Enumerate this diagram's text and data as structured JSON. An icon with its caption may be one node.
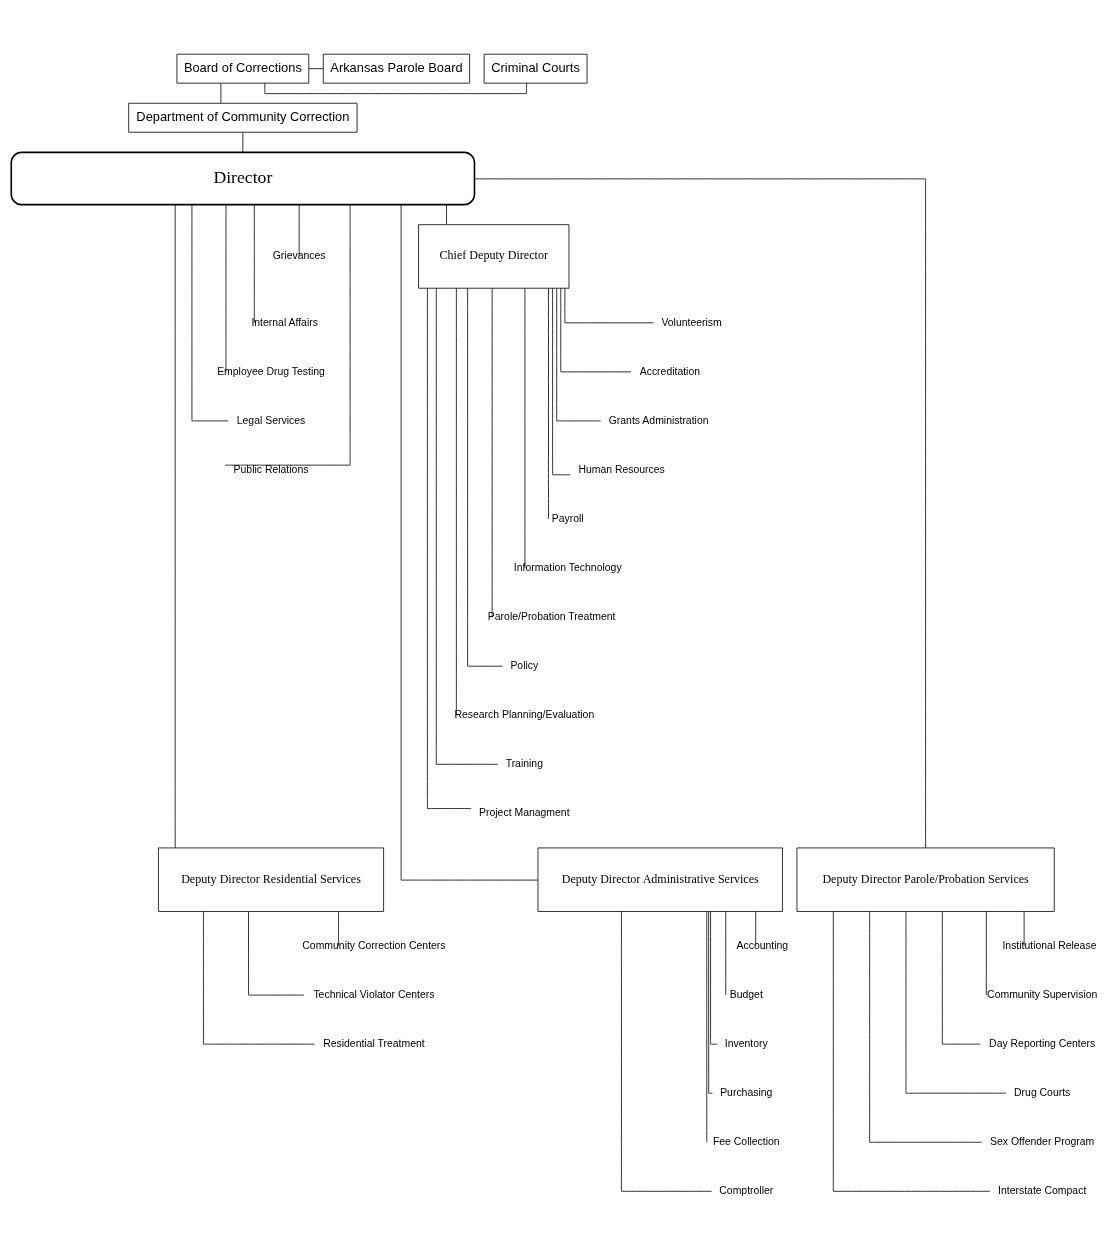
{
  "diagram": {
    "nodes": [
      {
        "text": [
          "Criminal Courts"
        ]
      },
      {
        "text": [
          "Board of Corrections"
        ]
      },
      {
        "text": [
          "Arkansas Parole Board"
        ]
      },
      {
        "text": [
          "Department of Community Correction"
        ]
      },
      {
        "text": [
          "Director"
        ]
      },
      {
        "text": [
          "Grievances"
        ]
      },
      {
        "text": [
          "Internal Affairs"
        ]
      },
      {
        "text": [
          "Employee Drug Testing"
        ]
      },
      {
        "text": [
          "Legal Services"
        ]
      },
      {
        "text": [
          "Public Relations"
        ]
      },
      {
        "text": [
          "Chief Deputy Director"
        ]
      },
      {
        "text": [
          "Volunteerism"
        ]
      },
      {
        "text": [
          "Accreditation"
        ]
      },
      {
        "text": [
          "Grants Administration"
        ]
      },
      {
        "text": [
          "Human Resources"
        ]
      },
      {
        "text": [
          "Payroll"
        ]
      },
      {
        "text": [
          "Information Technology"
        ]
      },
      {
        "text": [
          "Parole/Probation Treatment"
        ]
      },
      {
        "text": [
          "Policy"
        ]
      },
      {
        "text": [
          "Research Planning/Evaluation"
        ]
      },
      {
        "text": [
          "Training"
        ]
      },
      {
        "text": [
          "Project Managment"
        ]
      },
      {
        "text": [
          "Deputy Director Residential Services"
        ]
      },
      {
        "text": [
          "Deputy Director Administrative Services"
        ]
      },
      {
        "text": [
          "Deputy Director Parole/Probation Services"
        ]
      },
      {
        "text": [
          "Community Correction Centers"
        ]
      },
      {
        "text": [
          "Technical Violator Centers"
        ]
      },
      {
        "text": [
          "Residential Treatment"
        ]
      },
      {
        "text": [
          "Accounting"
        ]
      },
      {
        "text": [
          "Budget"
        ]
      },
      {
        "text": [
          "Inventory"
        ]
      },
      {
        "text": [
          "Purchasing"
        ]
      },
      {
        "text": [
          "Fee Collection"
        ]
      },
      {
        "text": [
          "Comptroller"
        ]
      },
      {
        "text": [
          "Institutional Release"
        ]
      },
      {
        "text": [
          "Community Supervision"
        ]
      },
      {
        "text": [
          "Day Reporting Centers"
        ]
      },
      {
        "text": [
          "Drug Courts"
        ]
      },
      {
        "text": [
          "Sex Offender Program"
        ]
      },
      {
        "text": [
          "Interstate Compact"
        ]
      }
    ],
    "edges": [
      {
        "from": 1,
        "to": 0,
        "arrow": "none"
      },
      {
        "from": 1,
        "to": 2,
        "arrow": "none"
      },
      {
        "from": 1,
        "to": 3,
        "arrow": "none"
      },
      {
        "from": 3,
        "to": 4,
        "arrow": "none"
      },
      {
        "from": 4,
        "to": 5,
        "arrow": "none"
      },
      {
        "from": 4,
        "to": 6,
        "arrow": "none"
      },
      {
        "from": 4,
        "to": 7,
        "arrow": "none"
      },
      {
        "from": 4,
        "to": 8,
        "arrow": "none"
      },
      {
        "from": 4,
        "to": 9,
        "arrow": "none"
      },
      {
        "from": 4,
        "to": 10,
        "arrow": "none"
      },
      {
        "from": 10,
        "to": 11,
        "arrow": "none"
      },
      {
        "from": 10,
        "to": 12,
        "arrow": "none"
      },
      {
        "from": 10,
        "to": 13,
        "arrow": "none"
      },
      {
        "from": 10,
        "to": 14,
        "arrow": "none"
      },
      {
        "from": 10,
        "to": 15,
        "arrow": "none"
      },
      {
        "from": 10,
        "to": 16,
        "arrow": "none"
      },
      {
        "from": 10,
        "to": 17,
        "arrow": "none"
      },
      {
        "from": 10,
        "to": 18,
        "arrow": "none"
      },
      {
        "from": 10,
        "to": 19,
        "arrow": "none"
      },
      {
        "from": 10,
        "to": 20,
        "arrow": "none"
      },
      {
        "from": 10,
        "to": 21,
        "arrow": "none"
      },
      {
        "from": 4,
        "to": 22,
        "arrow": "none"
      },
      {
        "from": 4,
        "to": 23,
        "arrow": "none"
      },
      {
        "from": 4,
        "to": 24,
        "arrow": "none"
      },
      {
        "from": 22,
        "to": 25,
        "arrow": "none"
      },
      {
        "from": 22,
        "to": 26,
        "arrow": "none"
      },
      {
        "from": 22,
        "to": 27,
        "arrow": "none"
      },
      {
        "from": 23,
        "to": 28,
        "arrow": "none"
      },
      {
        "from": 23,
        "to": 29,
        "arrow": "none"
      },
      {
        "from": 23,
        "to": 30,
        "arrow": "none"
      },
      {
        "from": 23,
        "to": 31,
        "arrow": "none"
      },
      {
        "from": 23,
        "to": 32,
        "arrow": "none"
      },
      {
        "from": 23,
        "to": 33,
        "arrow": "none"
      },
      {
        "from": 24,
        "to": 34,
        "arrow": "none"
      },
      {
        "from": 24,
        "to": 35,
        "arrow": "none"
      },
      {
        "from": 24,
        "to": 36,
        "arrow": "none"
      },
      {
        "from": 24,
        "to": 37,
        "arrow": "none"
      },
      {
        "from": 24,
        "to": 38,
        "arrow": "none"
      },
      {
        "from": 24,
        "to": 39,
        "arrow": "none"
      }
    ]
  }
}
